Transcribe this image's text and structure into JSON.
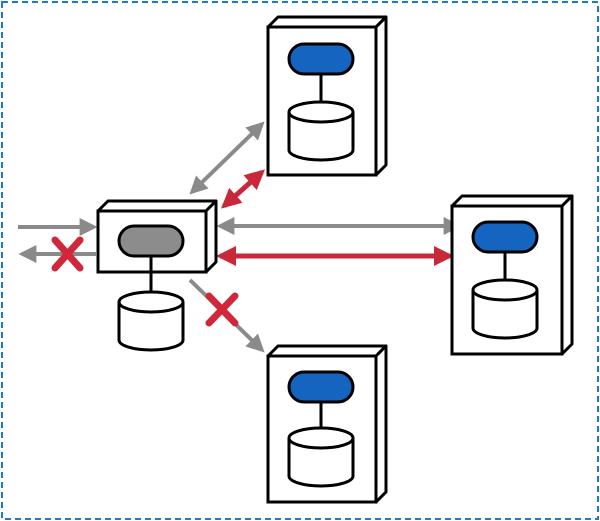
{
  "colors": {
    "frame_border": "#1f78c8",
    "outline": "#000000",
    "box_fill": "#ffffff",
    "box_side": "#ffffff",
    "active_process": "#1565c0",
    "inactive_process": "#8c8c8c",
    "normal_arrow": "#8a8a8a",
    "blocked_marker": "#d0283a",
    "highlight_arrow": "#c8283a"
  },
  "icons": {
    "server": "server-icon",
    "process": "process-pill-icon",
    "database": "database-cylinder-icon",
    "blocked": "x-mark-icon"
  },
  "nodes": [
    {
      "name": "node-server-center",
      "status": "inactive"
    },
    {
      "name": "node-server-top",
      "status": "active"
    },
    {
      "name": "node-server-right",
      "status": "active"
    },
    {
      "name": "node-server-bottom",
      "status": "active"
    }
  ],
  "connections": [
    {
      "name": "incoming-arrow",
      "from": "external",
      "to": "node-server-center",
      "style": "normal",
      "blocked": false
    },
    {
      "name": "outgoing-arrow",
      "from": "node-server-center",
      "to": "external",
      "style": "normal",
      "blocked": true
    },
    {
      "name": "center-top-arrow-gray",
      "from": "node-server-center",
      "to": "node-server-top",
      "style": "normal",
      "bidirectional": true
    },
    {
      "name": "center-top-arrow-red",
      "from": "node-server-center",
      "to": "node-server-top",
      "style": "highlight",
      "bidirectional": true
    },
    {
      "name": "center-right-arrow-gray",
      "from": "node-server-center",
      "to": "node-server-right",
      "style": "normal",
      "bidirectional": true
    },
    {
      "name": "center-right-arrow-red",
      "from": "node-server-center",
      "to": "node-server-right",
      "style": "highlight",
      "bidirectional": true
    },
    {
      "name": "center-bottom-arrow",
      "from": "node-server-center",
      "to": "node-server-bottom",
      "style": "normal",
      "blocked": true
    }
  ]
}
